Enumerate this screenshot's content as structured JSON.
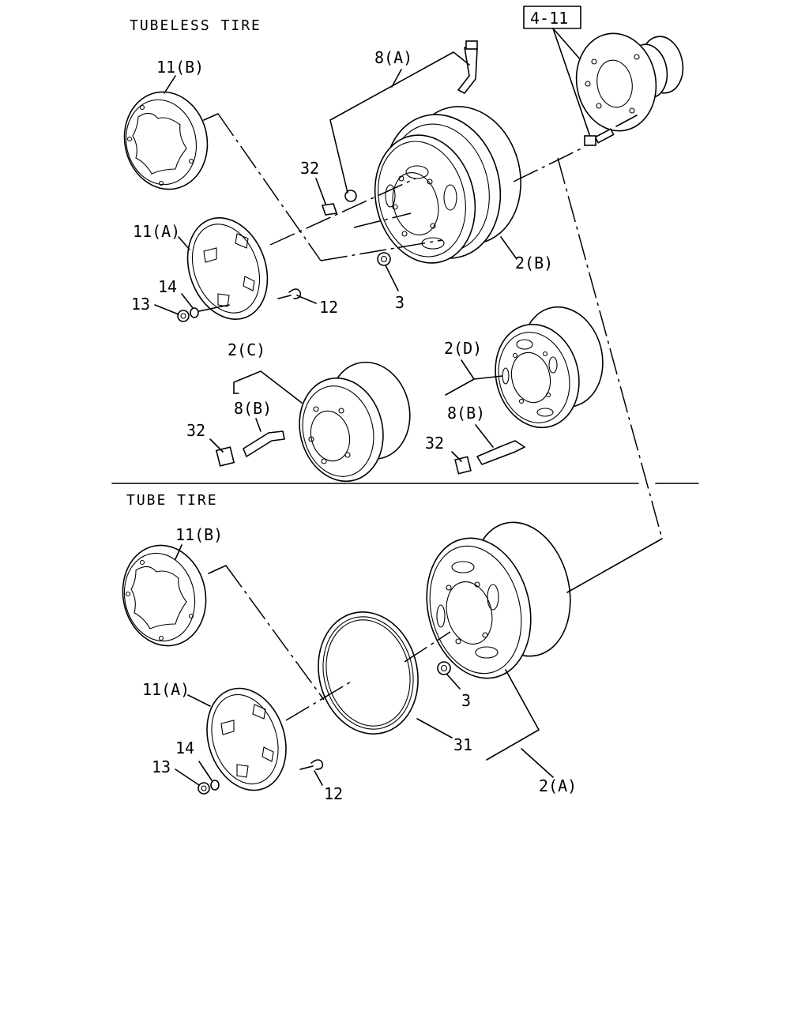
{
  "sections": {
    "tubeless": "TUBELESS TIRE",
    "tube": "TUBE TIRE"
  },
  "ref_box": "4-11",
  "callouts": {
    "tl_11b": "11(B)",
    "tl_11a": "11(A)",
    "tl_8a": "8(A)",
    "tl_32": "32",
    "tl_2b": "2(B)",
    "tl_3": "3",
    "tl_14": "14",
    "tl_13": "13",
    "tl_12": "12",
    "tl_2c": "2(C)",
    "tl_8b_c": "8(B)",
    "tl_32_c": "32",
    "tl_2d": "2(D)",
    "tl_8b_d": "8(B)",
    "tl_32_d": "32",
    "tt_11b": "11(B)",
    "tt_11a": "11(A)",
    "tt_14": "14",
    "tt_13": "13",
    "tt_12": "12",
    "tt_3": "3",
    "tt_31": "31",
    "tt_2a": "2(A)"
  }
}
